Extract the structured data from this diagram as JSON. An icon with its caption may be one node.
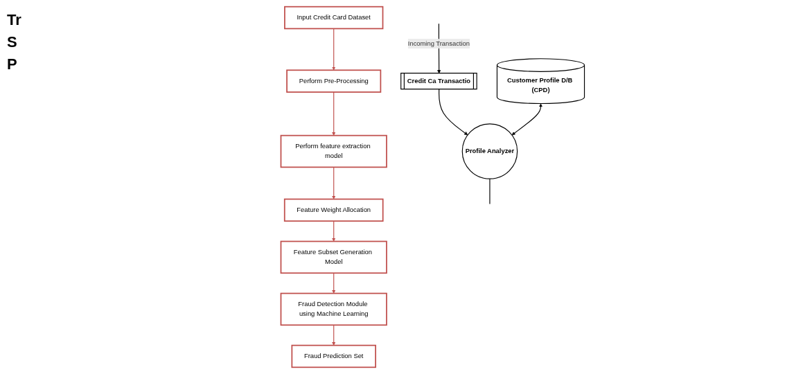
{
  "diagram": {
    "nodes": [
      {
        "text": [
          "Credit Ca Transactio"
        ]
      },
      {
        "text": [
          "Customer Profile D/B (CPD)"
        ]
      },
      {
        "text": [
          "Profile Analyzer"
        ]
      },
      {
        "text": [
          "Input Credit Card Dataset"
        ]
      },
      {
        "text": [
          "Perform Pre-Processing"
        ]
      },
      {
        "text": [
          "Perform feature extraction model"
        ]
      },
      {
        "text": [
          "Feature Weight Allocation"
        ]
      },
      {
        "text": [
          "Feature Subset Generation Model"
        ]
      },
      {
        "text": [
          "Fraud Detection Module using Machine Learning"
        ]
      },
      {
        "text": [
          "Fraud Prediction Set"
        ]
      }
    ],
    "edges": [
      {
        "from": null,
        "to": 0,
        "arrow": "to",
        "label": "Incoming Transaction",
        "color": "#000000"
      },
      {
        "from": 0,
        "to": 2,
        "arrow": "to",
        "color": "#000000"
      },
      {
        "from": 1,
        "to": 2,
        "arrow": "both",
        "color": "#000000"
      },
      {
        "from": 2,
        "to": null,
        "arrow": "none",
        "color": "#000000"
      },
      {
        "from": 3,
        "to": 4,
        "arrow": "to",
        "color": "#c0504d"
      },
      {
        "from": 4,
        "to": 5,
        "arrow": "to",
        "color": "#c0504d"
      },
      {
        "from": 5,
        "to": 6,
        "arrow": "to",
        "color": "#c0504d"
      },
      {
        "from": 6,
        "to": 7,
        "arrow": "to",
        "color": "#c0504d"
      },
      {
        "from": 7,
        "to": 8,
        "arrow": "to",
        "color": "#c0504d"
      },
      {
        "from": 8,
        "to": 9,
        "arrow": "to",
        "color": "#c0504d"
      }
    ],
    "labels": [
      "Tr",
      "S",
      "P"
    ]
  }
}
